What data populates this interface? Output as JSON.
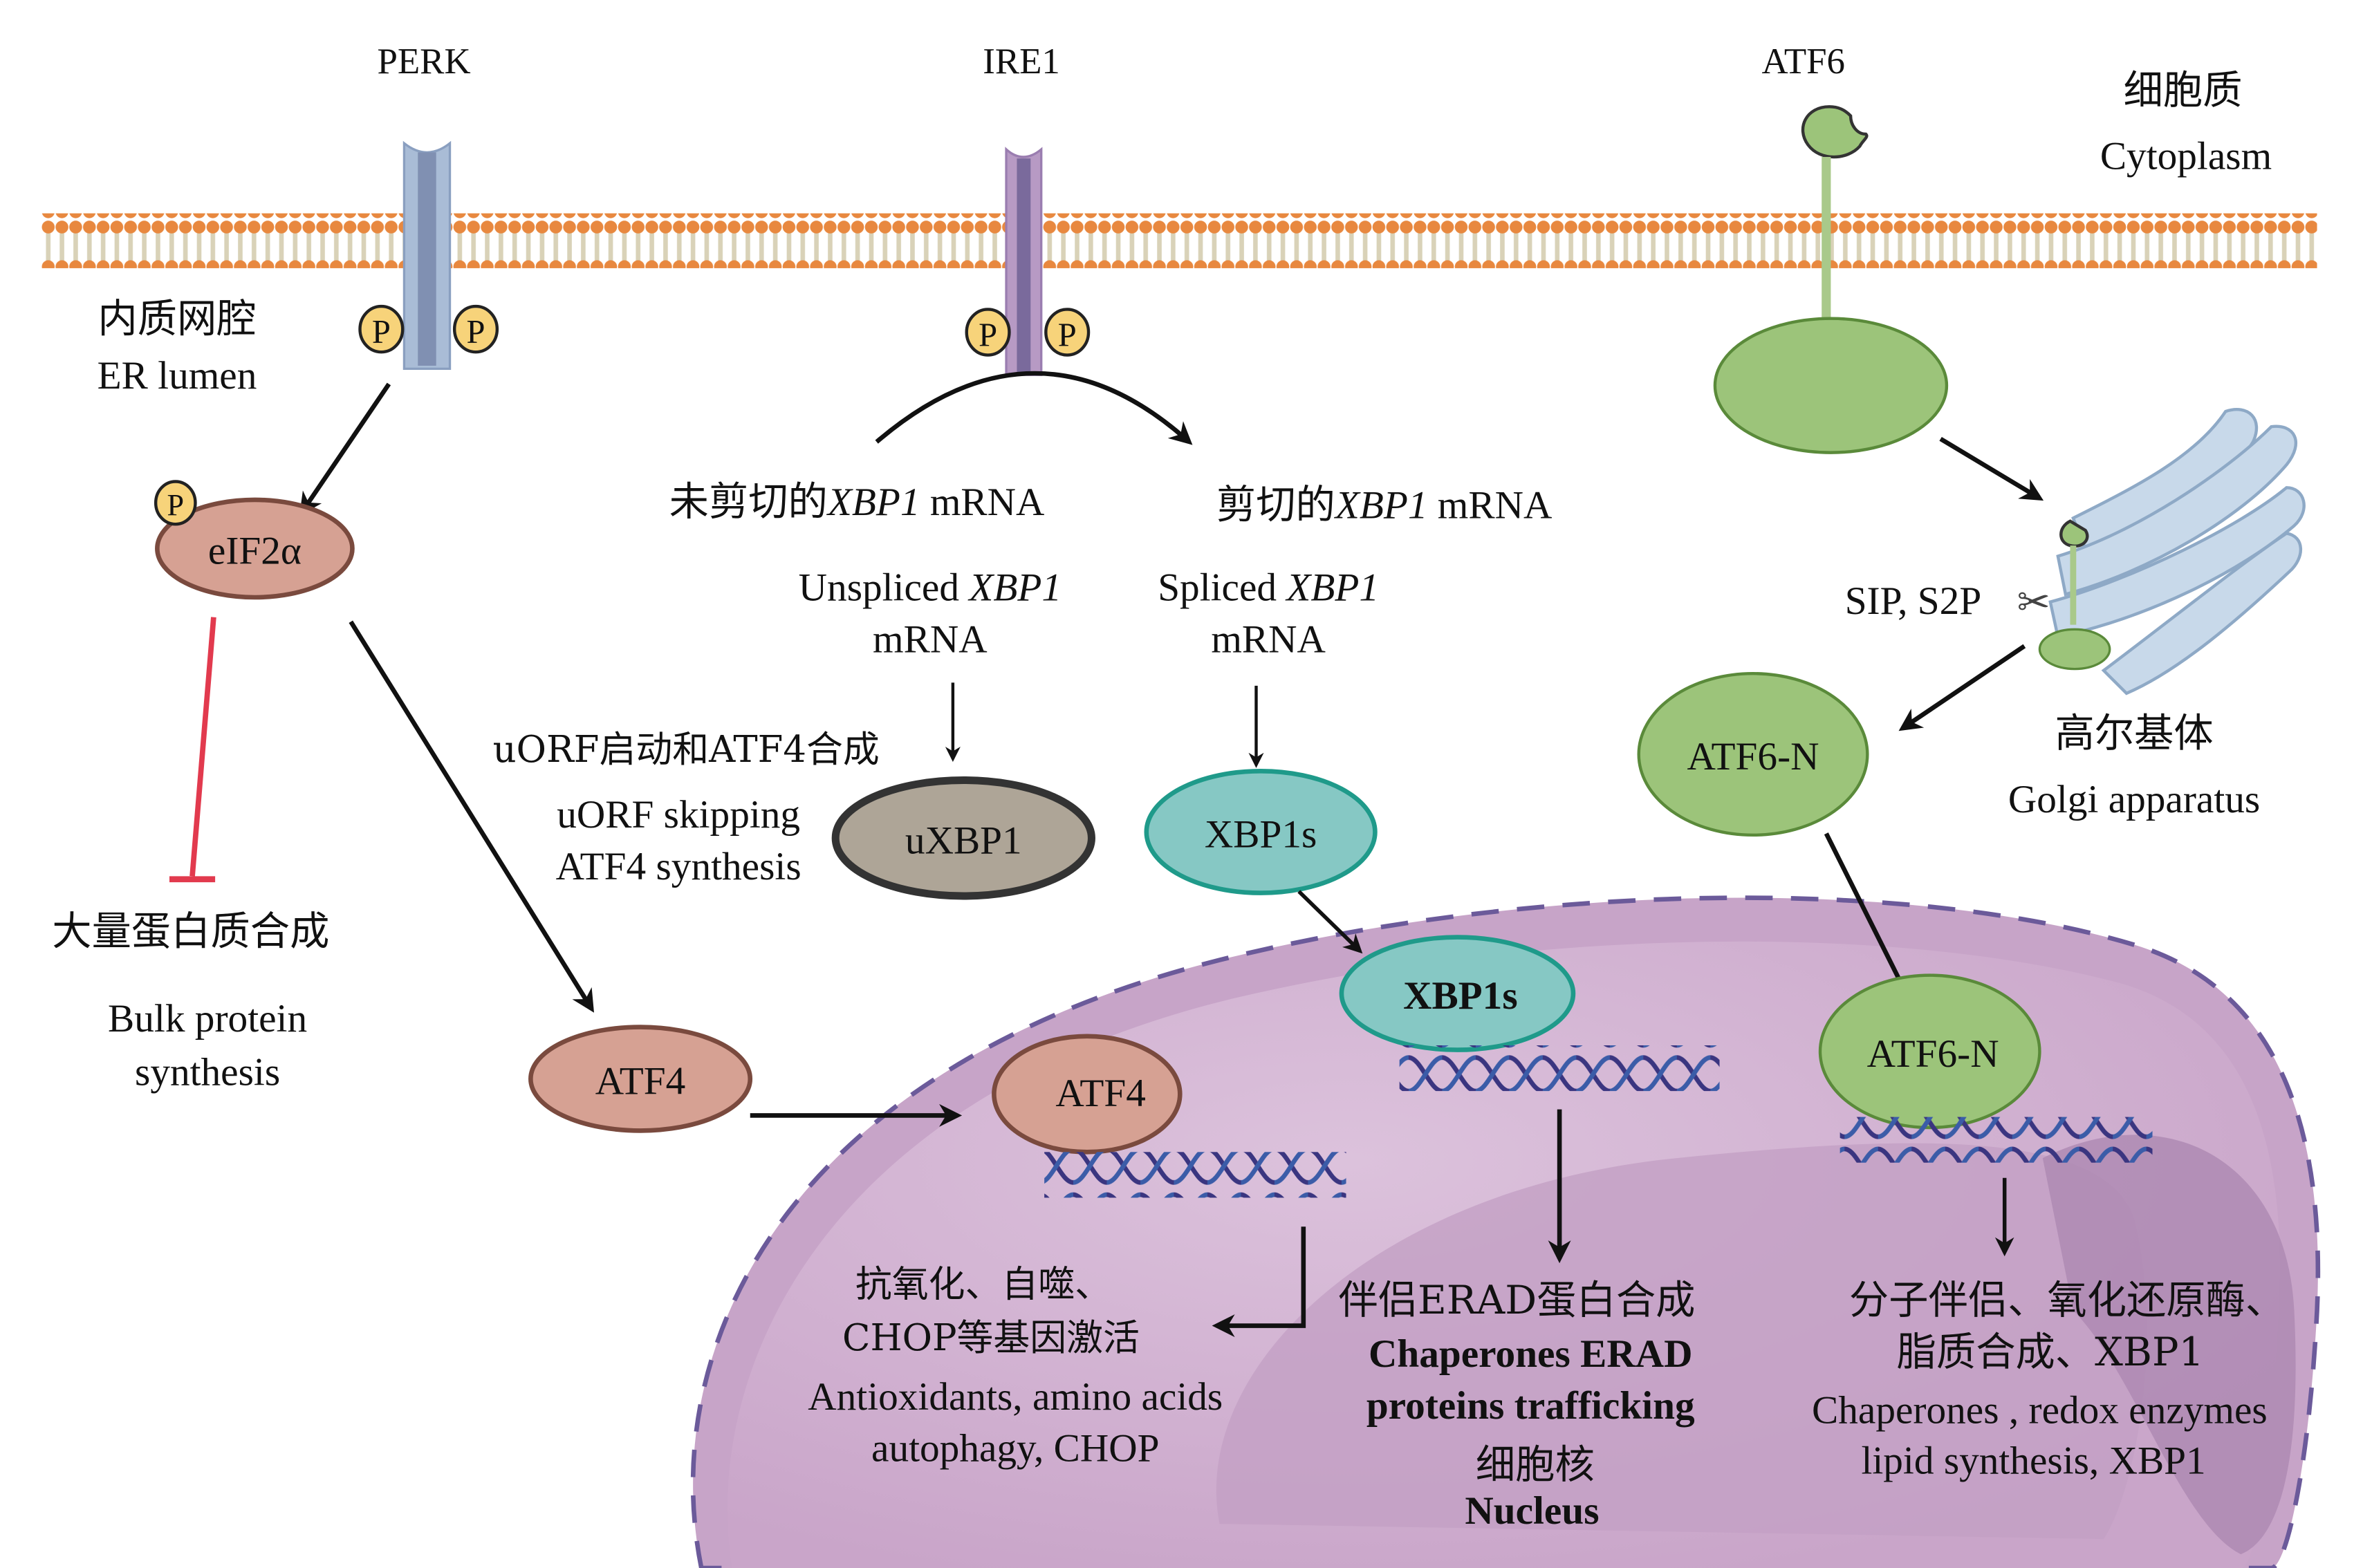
{
  "pathways": {
    "perk": {
      "title": "PERK"
    },
    "ire1": {
      "title": "IRE1"
    },
    "atf6": {
      "title": "ATF6"
    }
  },
  "compartments": {
    "cytoplasm_cn": "细胞质",
    "cytoplasm_en": "Cytoplasm",
    "er_lumen_cn": "内质网腔",
    "er_lumen_en": "ER lumen",
    "golgi_cn": "高尔基体",
    "golgi_en": "Golgi apparatus",
    "nucleus_cn": "细胞核",
    "nucleus_en": "Nucleus"
  },
  "phospho_label": "P",
  "nodes": {
    "eif2a": "eIF2α",
    "atf4_cyto": "ATF4",
    "atf4_nuc": "ATF4",
    "uxbp1": "uXBP1",
    "xbp1s_cyto": "XBP1s",
    "xbp1s_nuc": "XBP1s",
    "atf6n_cyto": "ATF6-N",
    "atf6n_nuc": "ATF6-N"
  },
  "perk_branch": {
    "bulk_cn": "大量蛋白质合成",
    "bulk_en_1": "Bulk protein",
    "bulk_en_2": "synthesis",
    "uorf_cn": "uORF启动和ATF4合成",
    "uorf_en_1": "uORF skipping",
    "uorf_en_2": "ATF4 synthesis",
    "targets_cn_1": "抗氧化、自噬、",
    "targets_cn_2": "CHOP等基因激活",
    "targets_en_1": "Antioxidants, amino acids",
    "targets_en_2": "autophagy, CHOP"
  },
  "ire1_branch": {
    "unspliced_cn_pre": "未剪切的",
    "unspliced_cn_gene": "XBP1",
    "unspliced_cn_post": " mRNA",
    "spliced_cn_pre": "剪切的",
    "spliced_cn_gene": "XBP1",
    "spliced_cn_post": " mRNA",
    "unspliced_en_pre": "Unspliced ",
    "unspliced_en_gene": "XBP1",
    "unspliced_en_2": "mRNA",
    "spliced_en_pre": "Spliced ",
    "spliced_en_gene": "XBP1",
    "spliced_en_2": "mRNA",
    "targets_cn": "伴侣ERAD蛋白合成",
    "targets_en_1": "Chaperones ERAD",
    "targets_en_2": "proteins trafficking"
  },
  "atf6_branch": {
    "proteases": "SIP, S2P",
    "targets_cn_1": "分子伴侣、氧化还原酶、",
    "targets_cn_2": "脂质合成、XBP1",
    "targets_en_1": "Chaperones , redox enzymes",
    "targets_en_2": "lipid synthesis, XBP1"
  },
  "colors": {
    "membrane_head": "#e8883f",
    "membrane_tail": "#d9d2b8",
    "perk": "#a9bcd6",
    "ire1": "#b79ac4",
    "atf6": "#9cc47a",
    "atf4": "#d6a193",
    "xbp1s": "#86c8c4",
    "uxbp1": "#aea597",
    "phospho": "#f7d37a",
    "nucleus": "#d2b2d2",
    "nucleus_dark": "#b58fb8",
    "golgi": "#c8d9ea",
    "inhibit": "#e23a4e"
  }
}
